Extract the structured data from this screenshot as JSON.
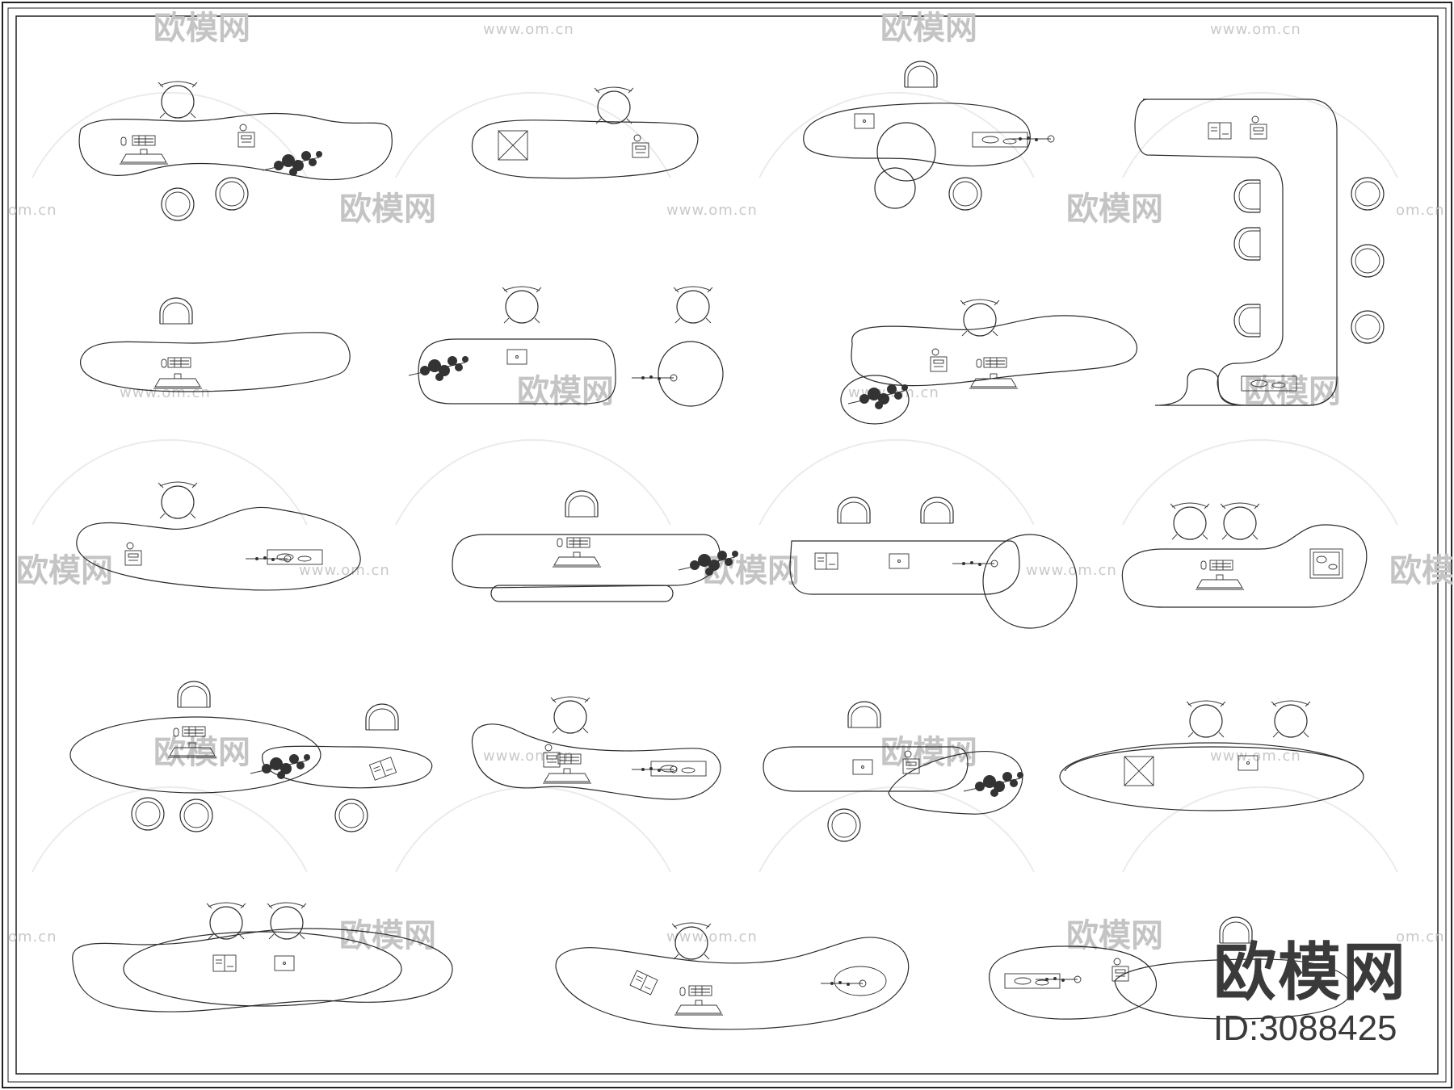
{
  "watermark": {
    "logo_text": "欧模网",
    "url_text": "www.om.cn",
    "short_url": "om.cn"
  },
  "brand": {
    "name": "欧模网",
    "id_label": "ID:3088425"
  },
  "colors": {
    "line": "#2b2b2b",
    "watermark": "#c4c4c4",
    "background": "#ffffff"
  },
  "icons": [
    "chair-icon",
    "stool-icon",
    "keyboard-icon",
    "mouse-icon",
    "monitor-icon",
    "phone-icon",
    "plant-icon",
    "laptop-icon",
    "document-icon",
    "tray-icon"
  ]
}
